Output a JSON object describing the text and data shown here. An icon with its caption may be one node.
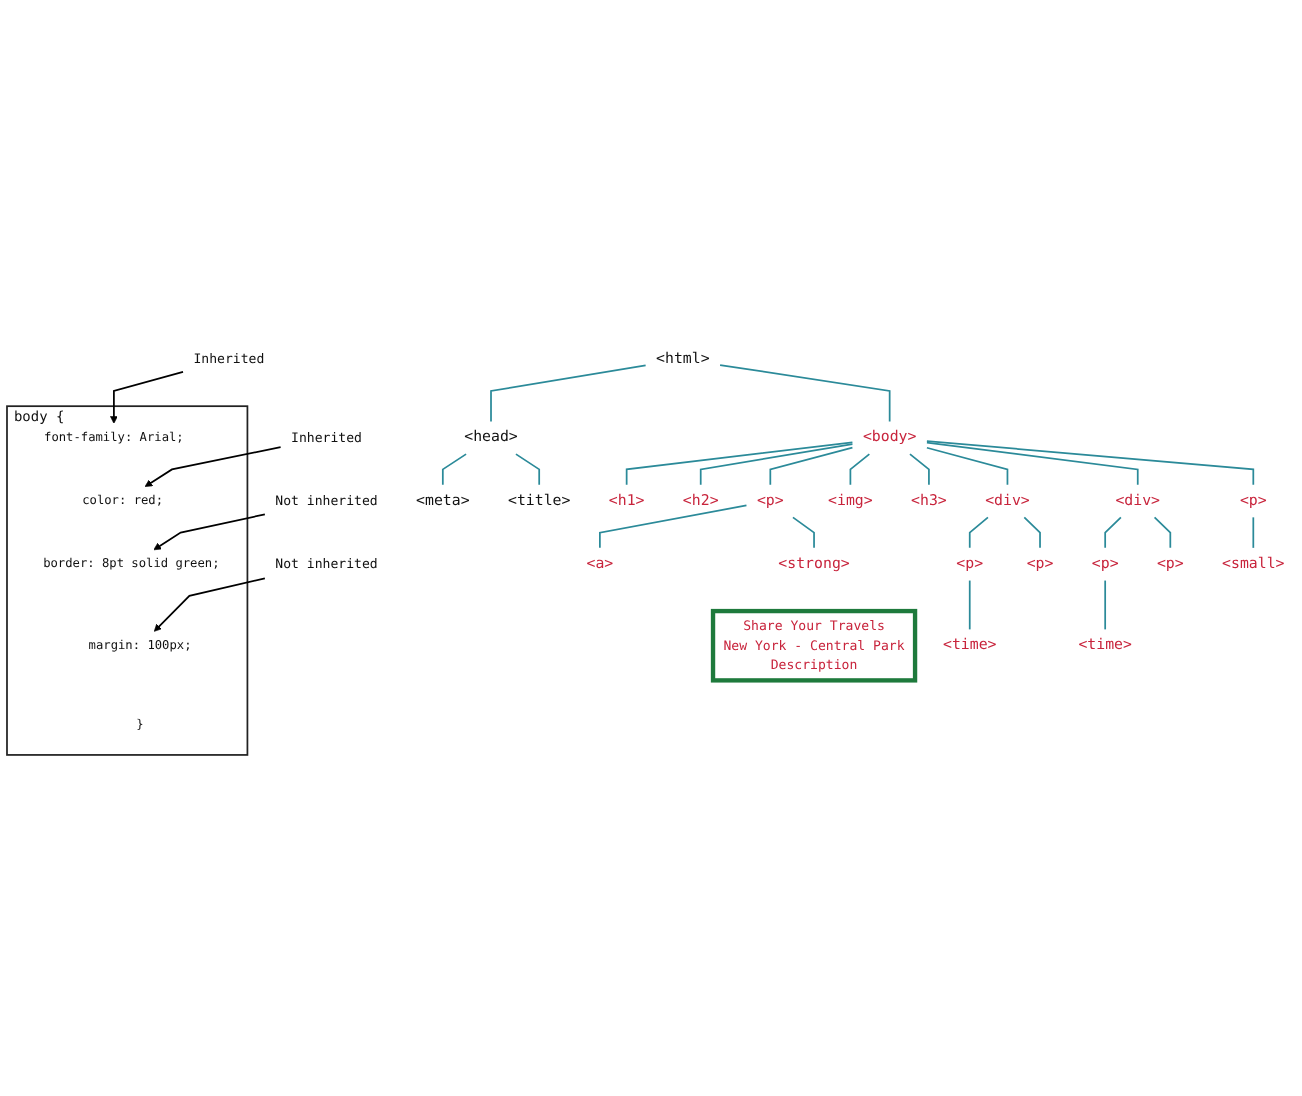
{
  "diagram": {
    "nodes": [
      {
        "text": [
          "body {"
        ]
      },
      {
        "text": [
          "font-family: Arial;"
        ],
        "in": 0
      },
      {
        "text": [
          "color: red;"
        ],
        "in": 0
      },
      {
        "text": [
          "border: 8pt solid green;"
        ],
        "in": 0
      },
      {
        "text": [
          "margin: 100px;"
        ],
        "in": 0
      },
      {
        "text": [
          "}"
        ],
        "in": 0
      },
      {
        "text": [
          "Inherited"
        ]
      },
      {
        "text": [
          "Inherited"
        ]
      },
      {
        "text": [
          "Not inherited"
        ]
      },
      {
        "text": [
          "Not inherited"
        ]
      },
      {
        "text": [
          "<html>"
        ]
      },
      {
        "text": [
          "<head>"
        ]
      },
      {
        "text": [
          "<body>"
        ]
      },
      {
        "text": [
          "<meta>"
        ]
      },
      {
        "text": [
          "<title>"
        ]
      },
      {
        "text": [
          "<h1>"
        ]
      },
      {
        "text": [
          "<h2>"
        ]
      },
      {
        "text": [
          "<p>"
        ]
      },
      {
        "text": [
          "<img>"
        ]
      },
      {
        "text": [
          "<h3>"
        ]
      },
      {
        "text": [
          "<div>"
        ]
      },
      {
        "text": [
          "<div>"
        ]
      },
      {
        "text": [
          "<p>"
        ]
      },
      {
        "text": [
          "<a>"
        ]
      },
      {
        "text": [
          "<strong>"
        ]
      },
      {
        "text": [
          "<p>"
        ]
      },
      {
        "text": [
          "<p>"
        ]
      },
      {
        "text": [
          "<p>"
        ]
      },
      {
        "text": [
          "<p>"
        ]
      },
      {
        "text": [
          "<small>"
        ]
      },
      {
        "text": [
          "<time>"
        ]
      },
      {
        "text": [
          "<time>"
        ]
      },
      {
        "text": [
          "Share Your Travels",
          "New York - Central Park",
          "Description"
        ]
      }
    ],
    "edges": [
      {
        "from": 6,
        "to": 1,
        "arrow": "to",
        "color": "#000000"
      },
      {
        "from": 7,
        "to": 2,
        "arrow": "to",
        "color": "#000000"
      },
      {
        "from": 8,
        "to": 3,
        "arrow": "to",
        "color": "#000000"
      },
      {
        "from": 9,
        "to": 4,
        "arrow": "to",
        "color": "#000000"
      },
      {
        "from": 10,
        "to": 11,
        "arrow": "none"
      },
      {
        "from": 10,
        "to": 12,
        "arrow": "none"
      },
      {
        "from": 11,
        "to": 13,
        "arrow": "none"
      },
      {
        "from": 11,
        "to": 14,
        "arrow": "none"
      },
      {
        "from": 12,
        "to": 15,
        "arrow": "none"
      },
      {
        "from": 12,
        "to": 16,
        "arrow": "none"
      },
      {
        "from": 12,
        "to": 17,
        "arrow": "none"
      },
      {
        "from": 12,
        "to": 18,
        "arrow": "none"
      },
      {
        "from": 12,
        "to": 19,
        "arrow": "none"
      },
      {
        "from": 12,
        "to": 20,
        "arrow": "none"
      },
      {
        "from": 12,
        "to": 21,
        "arrow": "none"
      },
      {
        "from": 12,
        "to": 22,
        "arrow": "none"
      },
      {
        "from": 17,
        "to": 23,
        "arrow": "none"
      },
      {
        "from": 17,
        "to": 24,
        "arrow": "none"
      },
      {
        "from": 20,
        "to": 25,
        "arrow": "none"
      },
      {
        "from": 20,
        "to": 26,
        "arrow": "none"
      },
      {
        "from": 21,
        "to": 27,
        "arrow": "none"
      },
      {
        "from": 21,
        "to": 28,
        "arrow": "none"
      },
      {
        "from": 22,
        "to": 29,
        "arrow": "none"
      },
      {
        "from": 25,
        "to": 30,
        "arrow": "none"
      },
      {
        "from": 27,
        "to": 31,
        "arrow": "none"
      }
    ]
  }
}
